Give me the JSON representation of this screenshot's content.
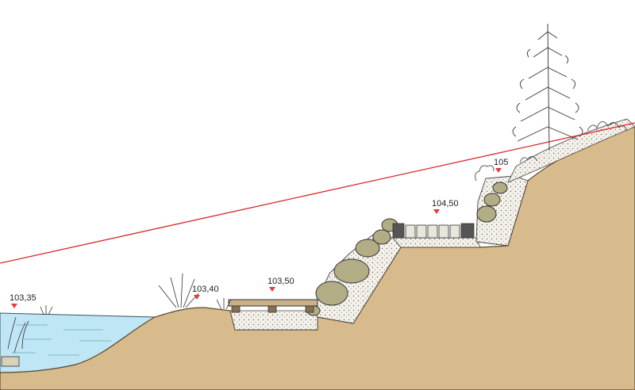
{
  "colors": {
    "soil": "#d8bb8c",
    "soil_edge": "#8a6a3e",
    "water": "#bfe6f4",
    "gravel": "#f4f1ea",
    "stone": "#b3ad86",
    "marker": "#e23b3b",
    "line": "#d62a2a",
    "timber": "#c9b089"
  },
  "icons": [
    "triangle-marker-icon",
    "tree-icon",
    "reed-icon",
    "shrub-icon"
  ],
  "elevations": [
    {
      "id": "water",
      "label": "103,35"
    },
    {
      "id": "bank",
      "label": "103,40"
    },
    {
      "id": "deck",
      "label": "103,50"
    },
    {
      "id": "terrace",
      "label": "104,50"
    },
    {
      "id": "top",
      "label": "105"
    }
  ]
}
